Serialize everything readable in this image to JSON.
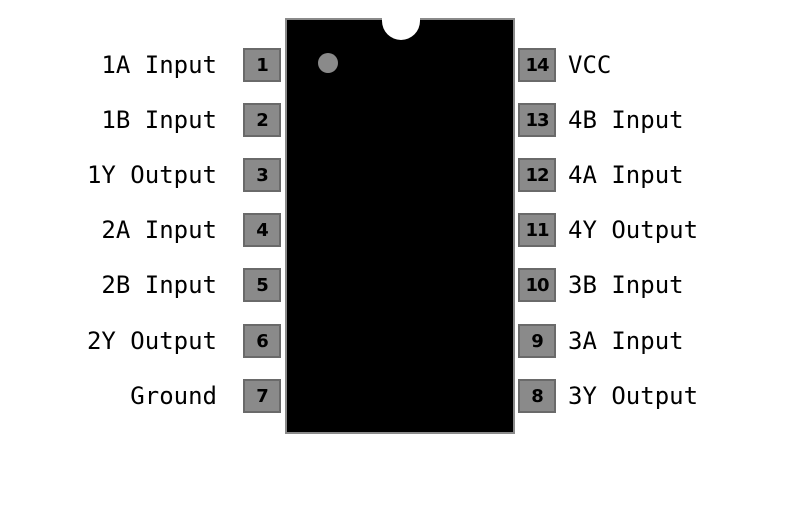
{
  "pins_left": [
    {
      "number": "1",
      "label": "1A Input"
    },
    {
      "number": "2",
      "label": "1B Input"
    },
    {
      "number": "3",
      "label": "1Y Output"
    },
    {
      "number": "4",
      "label": "2A Input"
    },
    {
      "number": "5",
      "label": "2B Input"
    },
    {
      "number": "6",
      "label": "2Y Output"
    },
    {
      "number": "7",
      "label": "Ground"
    }
  ],
  "pins_right": [
    {
      "number": "14",
      "label": "VCC"
    },
    {
      "number": "13",
      "label": "4B Input"
    },
    {
      "number": "12",
      "label": "4A Input"
    },
    {
      "number": "11",
      "label": "4Y Output"
    },
    {
      "number": "10",
      "label": "3B Input"
    },
    {
      "number": "9",
      "label": "3A Input"
    },
    {
      "number": "8",
      "label": "3Y Output"
    }
  ],
  "colors": {
    "chip_body": "#000000",
    "pin_fill": "#8a8a8a",
    "background": "#ffffff"
  }
}
